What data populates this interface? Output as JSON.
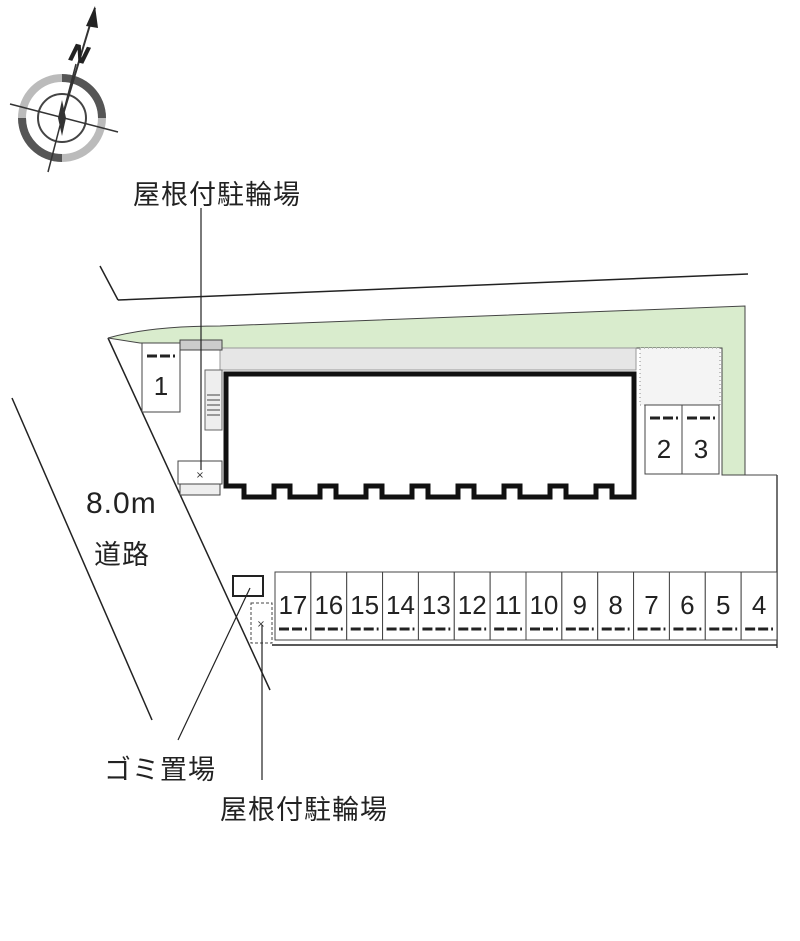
{
  "compass": {
    "north_label": "N"
  },
  "labels": {
    "bike_parking_top": "屋根付駐輪場",
    "road_width": "8.0m",
    "road": "道路",
    "garbage": "ゴミ置場",
    "bike_parking_bottom": "屋根付駐輪場"
  },
  "parking": {
    "slot_1": "1",
    "slots_right": [
      "2",
      "3"
    ],
    "slots_row": [
      "17",
      "16",
      "15",
      "14",
      "13",
      "12",
      "11",
      "10",
      "9",
      "8",
      "7",
      "6",
      "5",
      "4"
    ]
  },
  "colors": {
    "green": "#d9eccd",
    "walkway": "#e6e6e6",
    "line": "#222222"
  }
}
